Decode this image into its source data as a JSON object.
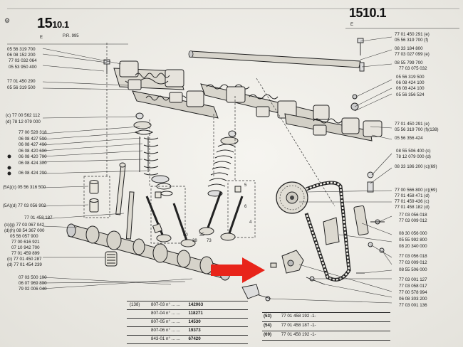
{
  "header": {
    "page_left_main": "15",
    "page_left_sub": "10.1",
    "page_right_main": "15",
    "page_right_sub": "10.1",
    "pr_text": "P.R. 995",
    "lang_left": "E",
    "lang_right": "E"
  },
  "left_refs": [
    "05 56 319 700",
    "06 08 152 200",
    "77 03 032 064",
    "05 53 950 400",
    "77 01 450 290",
    "05 56 319 500",
    "(c) 77 00 562 112",
    "(d) 78 12 079 000",
    "77 00 528 318",
    "06 08 427 500",
    "06 08 427 400",
    "06 08 420 600",
    "06 08 420 700",
    "06 08 424 300",
    "06 08 424 200",
    "(5A)(c) 05 56 316 500",
    "(5A)(d) 77 03 056 902",
    "77 01 458 187",
    "(c)(g) 77 03 067 042",
    "(d)(h) 08 54 367 000",
    "05 56 057 900",
    "77 00 616 921",
    "07 10 942 700",
    "77 01 459 899",
    "(c) 77 01 450 287",
    "(d) 77 01 454 239",
    "07 03 500 100",
    "06 07 969 800",
    "79 02 006 040"
  ],
  "right_refs": [
    "77 01 450 291 (e)",
    "05 56 319 700 (f)",
    "08 33 184 800",
    "77 03 027 099 (e)",
    "08 55 799 700",
    "77 03 075 032",
    "05 56 319 500",
    "06 08 424 100",
    "06 08 424 100",
    "05 56 356 524",
    "77 01 450 291 (e)",
    "05 56 319 700 (f)(138)",
    "05 56 356 424",
    "08 55 506 400 (c)",
    "78 12 079 000 (d)",
    "08 33 186 200 (c)(69)",
    "77 00 566 800 (c)(69)",
    "77 01 458 471 (d)",
    "77 01 459 436 (c)",
    "77 01 458 182 (d)",
    "77 03 056 018",
    "77 03 009 012",
    "08 30 056 000",
    "05 55 992 800",
    "08 20 340 000",
    "77 03 056 018",
    "77 03 009 012",
    "08 55 506 000",
    "77 03 001 127",
    "77 03 058 017",
    "77 00 578 994",
    "06 08 303 200",
    "77 03 001 136"
  ],
  "drawing_labels": {
    "label_60": "60",
    "label_38": "38",
    "label_35": "35",
    "label_73": "73",
    "label_5": "5",
    "label_6": "6",
    "label_4": "4"
  },
  "legend_left": {
    "group_label": "(138)",
    "rows": [
      {
        "code": "807-03",
        "prefix": "n°",
        "dots": "...",
        "mid": "...",
        "part": "142063"
      },
      {
        "code": "807-04",
        "prefix": "n°",
        "dots": "...",
        "mid": "...",
        "part": "118271"
      },
      {
        "code": "807-05",
        "prefix": "n°",
        "dots": "...",
        "mid": "...",
        "part": "14530"
      },
      {
        "code": "807-06",
        "prefix": "n°",
        "dots": "...",
        "mid": "...",
        "part": "19373"
      },
      {
        "code": "843-01",
        "prefix": "n°",
        "dots": "...",
        "mid": "...",
        "part": "67420"
      }
    ]
  },
  "legend_right": {
    "rows": [
      {
        "key": "(53)",
        "part": "77 01 458 192 -1-"
      },
      {
        "key": "(54)",
        "part": "77 01 458 187 -1-"
      },
      {
        "key": "(69)",
        "part": "77 01 458 192 -1-"
      }
    ]
  },
  "colors": {
    "paper": "#f1efe8",
    "ink": "#1a1a1a",
    "arrow": "#e8241a"
  }
}
